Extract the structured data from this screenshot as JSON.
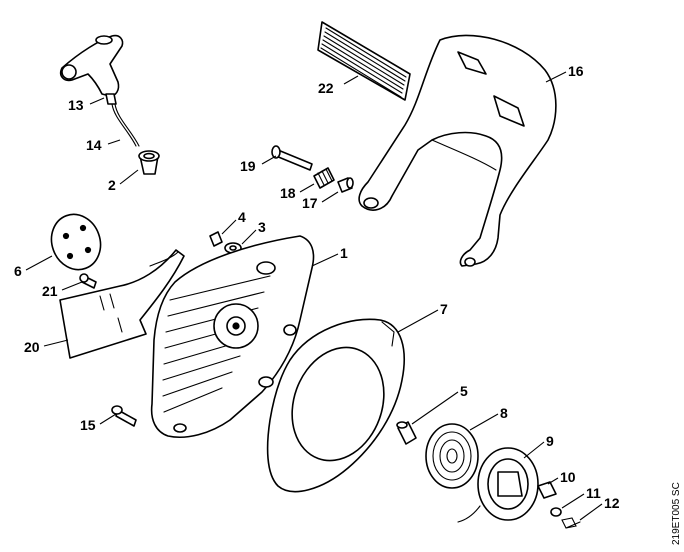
{
  "drawing_ref": "219ET005 SC",
  "callouts": [
    {
      "id": "1",
      "label": "1"
    },
    {
      "id": "2",
      "label": "2"
    },
    {
      "id": "3",
      "label": "3"
    },
    {
      "id": "4",
      "label": "4"
    },
    {
      "id": "5",
      "label": "5"
    },
    {
      "id": "6",
      "label": "6"
    },
    {
      "id": "7",
      "label": "7"
    },
    {
      "id": "8",
      "label": "8"
    },
    {
      "id": "9",
      "label": "9"
    },
    {
      "id": "10",
      "label": "10"
    },
    {
      "id": "11",
      "label": "11"
    },
    {
      "id": "12",
      "label": "12"
    },
    {
      "id": "13",
      "label": "13"
    },
    {
      "id": "14",
      "label": "14"
    },
    {
      "id": "15",
      "label": "15"
    },
    {
      "id": "16",
      "label": "16"
    },
    {
      "id": "17",
      "label": "17"
    },
    {
      "id": "18",
      "label": "18"
    },
    {
      "id": "19",
      "label": "19"
    },
    {
      "id": "20",
      "label": "20"
    },
    {
      "id": "21",
      "label": "21"
    },
    {
      "id": "22",
      "label": "22"
    }
  ]
}
